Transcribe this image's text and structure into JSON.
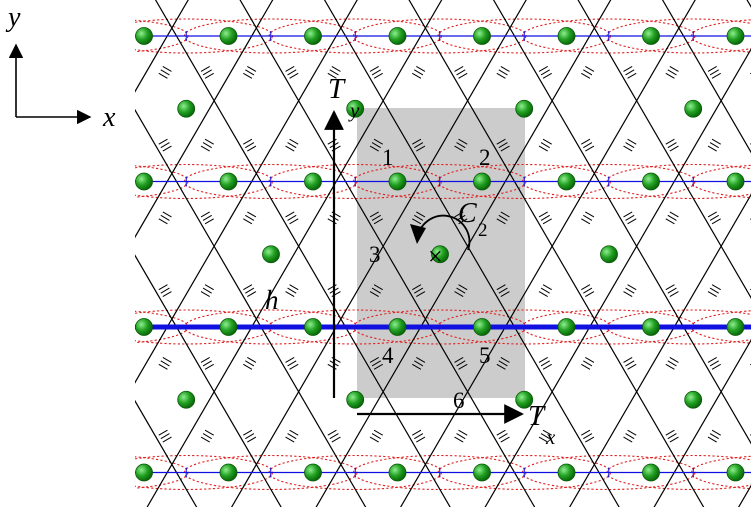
{
  "axes_legend": {
    "x_label": "x",
    "y_label": "y"
  },
  "translations": {
    "tx_symbol": "T",
    "tx_subscript": "x",
    "ty_symbol": "T",
    "ty_subscript": "y"
  },
  "rotation": {
    "symbol": "C",
    "subscript": "2",
    "center_mark": "×"
  },
  "field_label": "h",
  "site_labels": [
    "1",
    "2",
    "3",
    "4",
    "5",
    "6"
  ],
  "colors": {
    "site_fill": "#1f9a1f",
    "site_highlight": "#7be37b",
    "chain": "#1010e0",
    "exchange_loop": "#e02020",
    "bond": "#000000",
    "unit_cell": "#cccccc"
  }
}
